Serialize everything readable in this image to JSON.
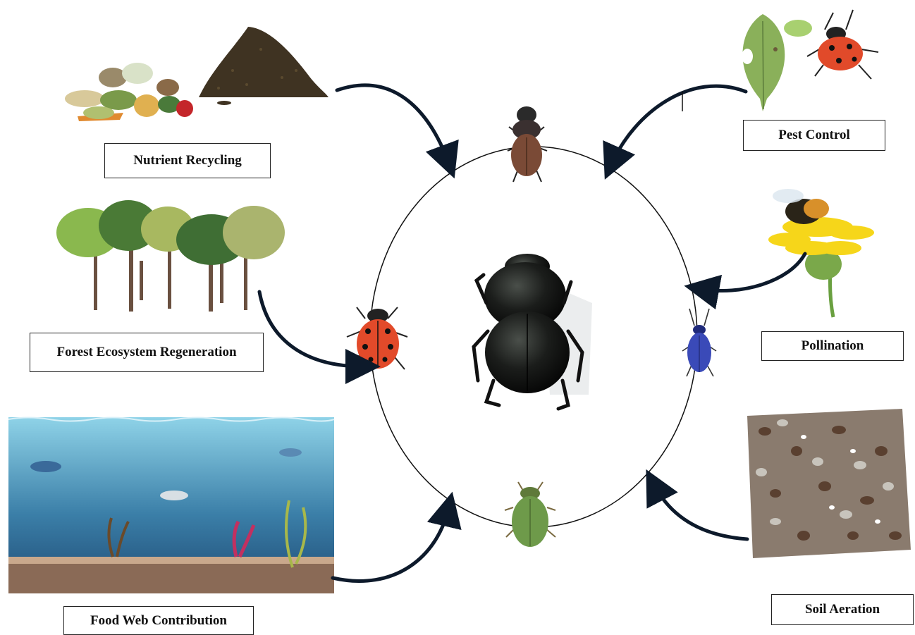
{
  "labels": {
    "nutrient_recycling": "Nutrient Recycling",
    "pest_control": "Pest Control",
    "forest_regeneration": "Forest Ecosystem Regeneration",
    "pollination": "Pollination",
    "food_web": "Food Web Contribution",
    "soil_aeration": "Soil Aeration"
  },
  "colors": {
    "arrow": "#0d1a2b",
    "circle": "#111111",
    "water_top": "#8ed0e6",
    "water_bottom": "#1f4d7a",
    "soil": "#8a7b6e",
    "compost": "#3f3322"
  },
  "icons": [
    "compost-heap-icon",
    "food-scraps-icon",
    "leaf-aphid-ladybug-icon",
    "forest-trees-icon",
    "bumblebee-flower-icon",
    "ocean-scene-icon",
    "soil-particles-icon",
    "dung-beetle-icon",
    "brown-beetle-icon",
    "ladybug-icon",
    "blue-beetle-icon",
    "green-beetle-icon"
  ]
}
